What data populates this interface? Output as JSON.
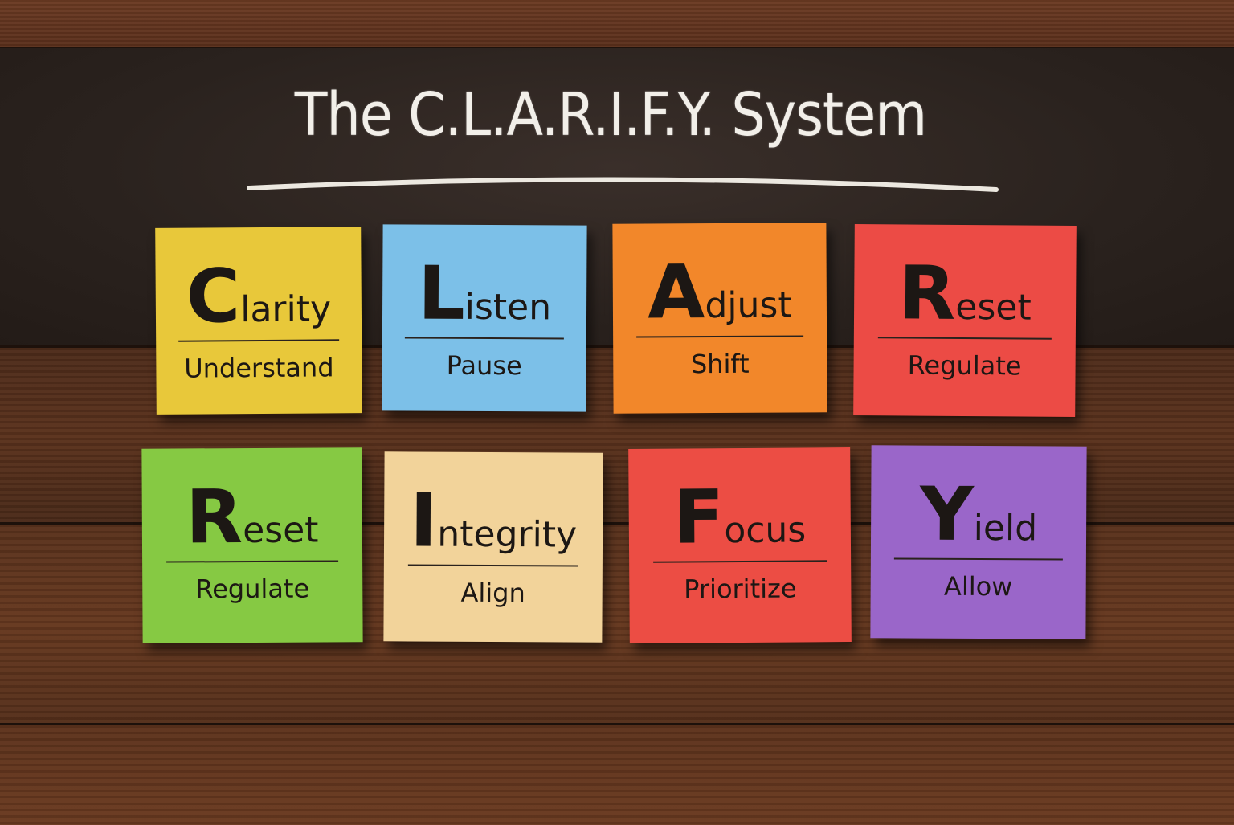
{
  "title": "The C.L.A.R.I.F.Y. System",
  "notes": [
    {
      "initial": "C",
      "rest": "larity",
      "sub": "Understand",
      "color": "#e8c83a"
    },
    {
      "initial": "L",
      "rest": "isten",
      "sub": "Pause",
      "color": "#7cc0e8"
    },
    {
      "initial": "A",
      "rest": "djust",
      "sub": "Shift",
      "color": "#f2872a"
    },
    {
      "initial": "R",
      "rest": "eset",
      "sub": "Regulate",
      "color": "#ec4b45"
    },
    {
      "initial": "R",
      "rest": "eset",
      "sub": "Regulate",
      "color": "#86c943"
    },
    {
      "initial": "I",
      "rest": "ntegrity",
      "sub": "Align",
      "color": "#f2d39a"
    },
    {
      "initial": "F",
      "rest": "ocus",
      "sub": "Prioritize",
      "color": "#ec4d44"
    },
    {
      "initial": "Y",
      "rest": "ield",
      "sub": "Allow",
      "color": "#9a66c9"
    }
  ]
}
